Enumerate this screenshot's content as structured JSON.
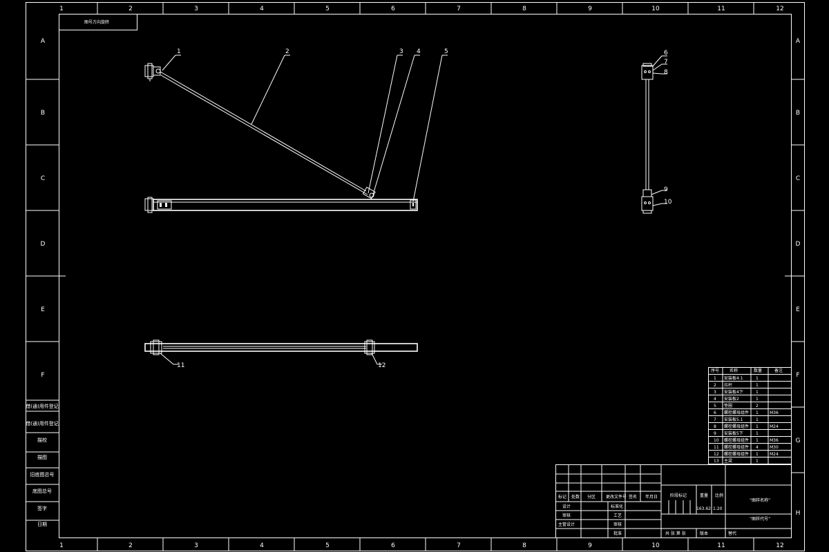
{
  "frame": {
    "columns": [
      "1",
      "2",
      "3",
      "4",
      "5",
      "6",
      "7",
      "8",
      "9",
      "10",
      "11",
      "12"
    ],
    "rows": [
      "A",
      "B",
      "C",
      "D",
      "E",
      "F",
      "G",
      "H"
    ]
  },
  "top_left_label": "图号方向旋转",
  "balloons": [
    "1",
    "2",
    "3",
    "4",
    "5",
    "6",
    "7",
    "8",
    "9",
    "10",
    "11",
    "12"
  ],
  "left_block": [
    "借(通)用件登记",
    "旧底图总号",
    "底图总号",
    "签字",
    "日期",
    "描图",
    "描校",
    "借(通)用件登记"
  ],
  "bom": {
    "headers": [
      "序号",
      "名称",
      "数量",
      "备注"
    ],
    "rows": [
      [
        "1",
        "安装板4.1",
        "1",
        ""
      ],
      [
        "2",
        "拉杆",
        "1",
        ""
      ],
      [
        "3",
        "安装板4下",
        "1",
        ""
      ],
      [
        "4",
        "安装板2",
        "1",
        ""
      ],
      [
        "5",
        "垫圈",
        "2",
        ""
      ],
      [
        "6",
        "螺栓螺母组件",
        "1",
        "M36"
      ],
      [
        "7",
        "安装板5.1",
        "1",
        ""
      ],
      [
        "8",
        "螺栓螺母组件",
        "1",
        "M24"
      ],
      [
        "9",
        "安装板5下",
        "1",
        ""
      ],
      [
        "10",
        "螺栓螺母组件",
        "1",
        "M36"
      ],
      [
        "11",
        "螺栓螺母组件",
        "4",
        "M30"
      ],
      [
        "12",
        "螺栓螺母组件",
        "1",
        "M24"
      ],
      [
        "13",
        "主梁",
        "1",
        ""
      ]
    ]
  },
  "title_block": {
    "rev_headers": [
      "标记",
      "处数",
      "分区",
      "更改文件号",
      "签名",
      "年月日"
    ],
    "roles": [
      "设计",
      "审核",
      "主管设计"
    ],
    "roles2": [
      "标准化",
      "工艺",
      "审核",
      "批准"
    ],
    "stage_label": "阶段标记",
    "weight_label": "重量",
    "scale_label": "比例",
    "weight_value": "163.62",
    "scale_value": "1:20",
    "drawing_name": "“图样名称”",
    "drawing_code": "“图样代号”",
    "sheets_label": "共 张 第 张",
    "version_label": "版本",
    "replace_label": "替代"
  }
}
